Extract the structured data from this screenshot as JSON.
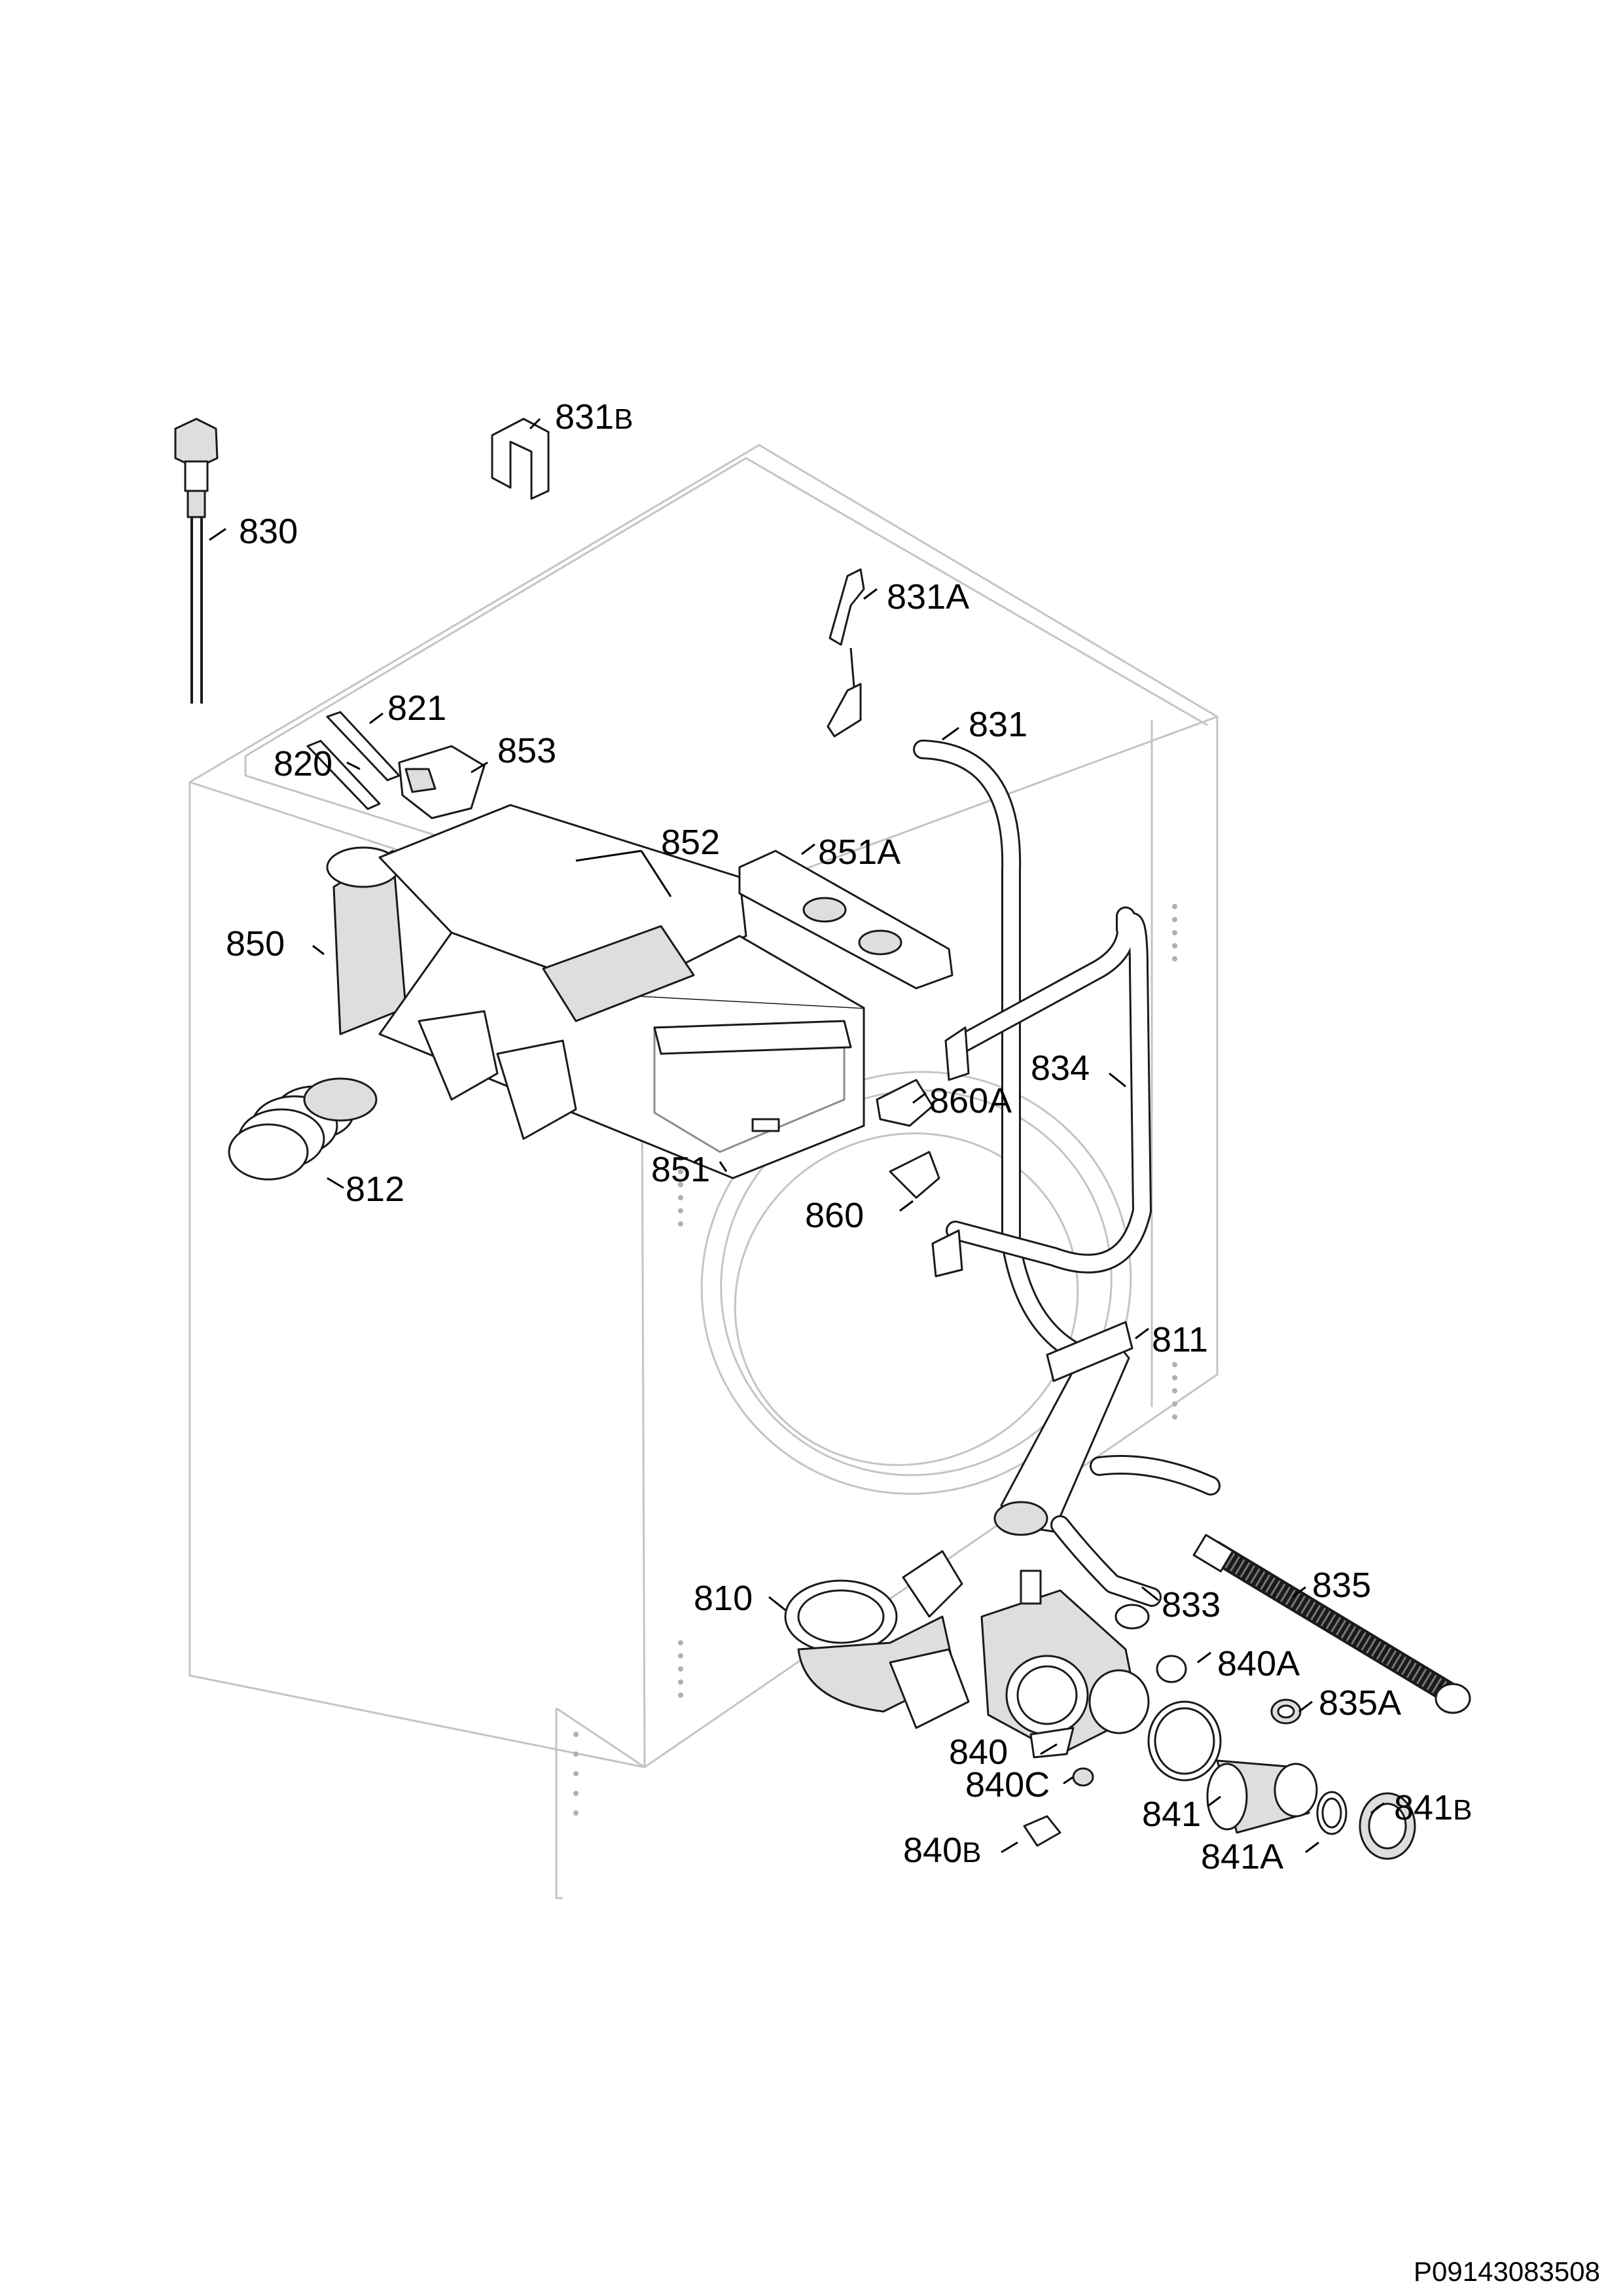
{
  "diagram": {
    "drawing_number": "P09143083508",
    "callouts": [
      {
        "id": "830",
        "label": "830"
      },
      {
        "id": "831B",
        "label": "831",
        "suffix": "B"
      },
      {
        "id": "831A",
        "label": "831A"
      },
      {
        "id": "821",
        "label": "821"
      },
      {
        "id": "820",
        "label": "820"
      },
      {
        "id": "853",
        "label": "853"
      },
      {
        "id": "831",
        "label": "831"
      },
      {
        "id": "852",
        "label": "852"
      },
      {
        "id": "851A",
        "label": "851A"
      },
      {
        "id": "850",
        "label": "850"
      },
      {
        "id": "834",
        "label": "834"
      },
      {
        "id": "860A",
        "label": "860A"
      },
      {
        "id": "812",
        "label": "812"
      },
      {
        "id": "851",
        "label": "851"
      },
      {
        "id": "860",
        "label": "860"
      },
      {
        "id": "811",
        "label": "811"
      },
      {
        "id": "835",
        "label": "835"
      },
      {
        "id": "810",
        "label": "810"
      },
      {
        "id": "833",
        "label": "833"
      },
      {
        "id": "840A",
        "label": "840A"
      },
      {
        "id": "835A",
        "label": "835A"
      },
      {
        "id": "840",
        "label": "840"
      },
      {
        "id": "840C",
        "label": "840C"
      },
      {
        "id": "841",
        "label": "841"
      },
      {
        "id": "841B",
        "label": "841",
        "suffix": "B"
      },
      {
        "id": "840B",
        "label": "840",
        "suffix": "B"
      },
      {
        "id": "841A",
        "label": "841A"
      }
    ]
  }
}
